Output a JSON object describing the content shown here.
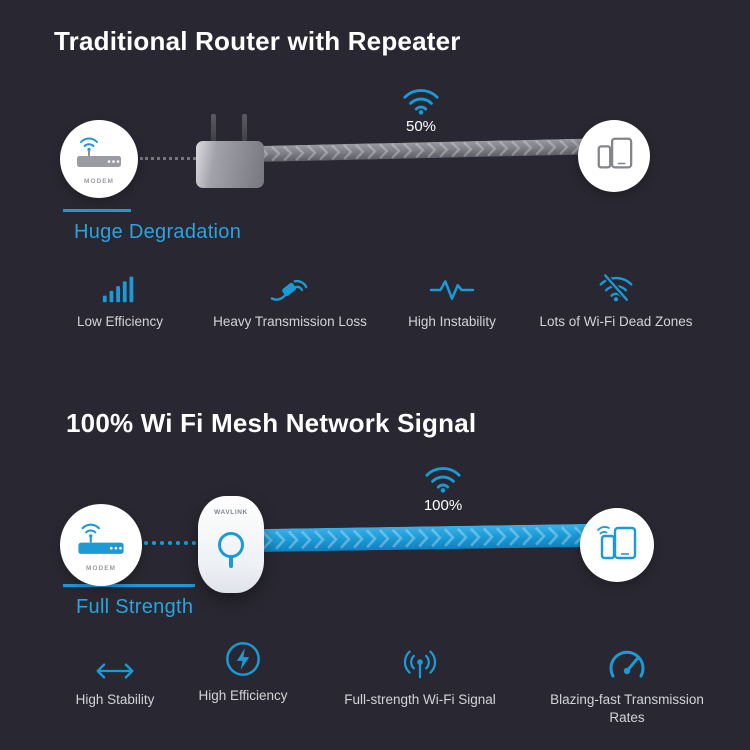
{
  "colors": {
    "background": "#292832",
    "accent": "#1b9ad6",
    "title": "#ffffff",
    "label": "#d2d3d7"
  },
  "top": {
    "title": "Traditional Router with Repeater",
    "modem_label": "MODEM",
    "signal_percent": "50%",
    "caption": "Huge Degradation",
    "features": [
      {
        "icon": "signal-bars-icon",
        "label": "Low Efficiency"
      },
      {
        "icon": "plug-wifi-loss-icon",
        "label": "Heavy Transmission Loss"
      },
      {
        "icon": "pulse-icon",
        "label": "High Instability"
      },
      {
        "icon": "wifi-dead-zone-icon",
        "label": "Lots of Wi-Fi Dead Zones"
      }
    ]
  },
  "bottom": {
    "title": "100% Wi Fi Mesh Network Signal",
    "modem_label": "MODEM",
    "device_brand": "WAVLINK",
    "signal_percent": "100%",
    "caption": "Full Strength",
    "features": [
      {
        "icon": "arrows-stability-icon",
        "label": "High Stability"
      },
      {
        "icon": "bolt-circle-icon",
        "label": "High Efficiency"
      },
      {
        "icon": "antenna-broadcast-icon",
        "label": "Full-strength Wi-Fi Signal"
      },
      {
        "icon": "speedometer-icon",
        "label": "Blazing-fast Transmission Rates"
      }
    ]
  }
}
